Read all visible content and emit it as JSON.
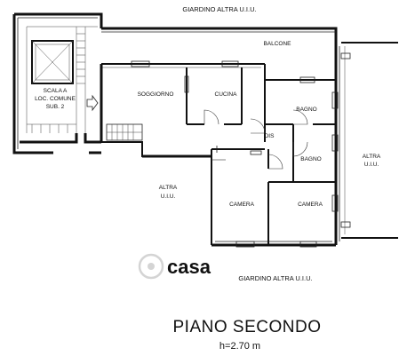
{
  "labels": {
    "top_garden": "GIARDINO ALTRA U.I.U.",
    "balcony": "BALCONE",
    "stair_line1": "SCALA A",
    "stair_line2": "LOC. COMUNE",
    "stair_line3": "SUB. 2",
    "living": "SOGGIORNO",
    "kitchen": "CUCINA",
    "bath1": "BAGNO",
    "hall": "DIS",
    "bath2": "BAGNO",
    "other_right_1": "ALTRA",
    "other_right_2": "U.I.U.",
    "other_left_1": "ALTRA",
    "other_left_2": "U.I.U.",
    "bedroom1": "CAMERA",
    "bedroom2": "CAMERA",
    "bottom_garden": "GIARDINO ALTRA U.I.U."
  },
  "title": "PIANO SECONDO",
  "height_note": "h=2.70 m",
  "watermark": "casa"
}
